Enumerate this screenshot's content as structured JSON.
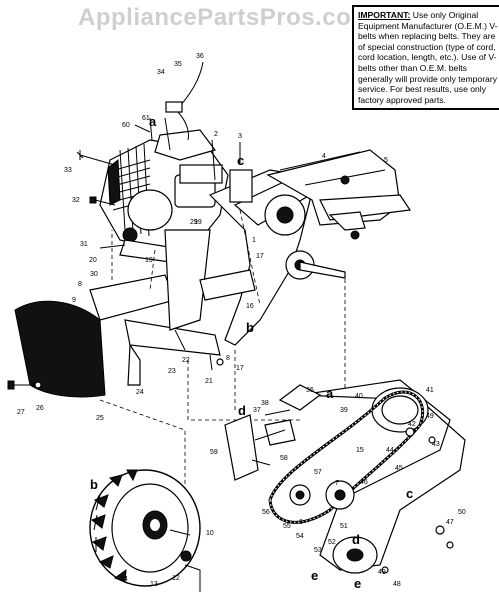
{
  "watermark": "AppliancePartsPros.com",
  "notice": {
    "heading": "IMPORTANT:",
    "body": "Use only Original Equipment Manufacturer (O.E.M.) V-belts when replacing belts. They are of special construction (type of cord, cord location, length, etc.). Use of V-belts other than O.E.M. belts generally will provide only temporary service. For best results, use only factory approved parts."
  },
  "callouts": {
    "a1": "a",
    "a2": "a",
    "b1": "b",
    "b2": "b",
    "c1": "c",
    "c2": "c",
    "d1": "d",
    "d2": "d",
    "e1": "e",
    "e2": "e"
  },
  "parts": {
    "p1": "1",
    "p2": "2",
    "p3": "3",
    "p4": "4",
    "p5": "5",
    "p6": "6",
    "p7": "7",
    "p8": "8",
    "p8b": "8",
    "p9": "9",
    "p10": "10",
    "p12": "12",
    "p13": "13",
    "p14": "14",
    "p15": "15",
    "p16": "16",
    "p17": "17",
    "p17b": "17",
    "p19": "19",
    "p19b": "19",
    "p20": "20",
    "p21": "21",
    "p22": "22",
    "p23": "23",
    "p24": "24",
    "p25": "25",
    "p26": "26",
    "p27": "27",
    "p29": "29",
    "p30": "30",
    "p31": "31",
    "p32": "32",
    "p33": "33",
    "p34": "34",
    "p35": "35",
    "p36": "36",
    "p36b": "36",
    "p37": "37",
    "p38": "38",
    "p39": "39",
    "p40": "40",
    "p41": "41",
    "p42": "42",
    "p43": "43",
    "p44": "44",
    "p45": "45",
    "p46": "46",
    "p47": "47",
    "p48": "48",
    "p49": "49",
    "p49b": "49",
    "p50": "50",
    "p51": "51",
    "p52": "52",
    "p53": "53",
    "p54": "54",
    "p55": "55",
    "p56": "56",
    "p57": "57",
    "p58": "58",
    "p59": "59",
    "p60": "60",
    "p61": "61"
  }
}
